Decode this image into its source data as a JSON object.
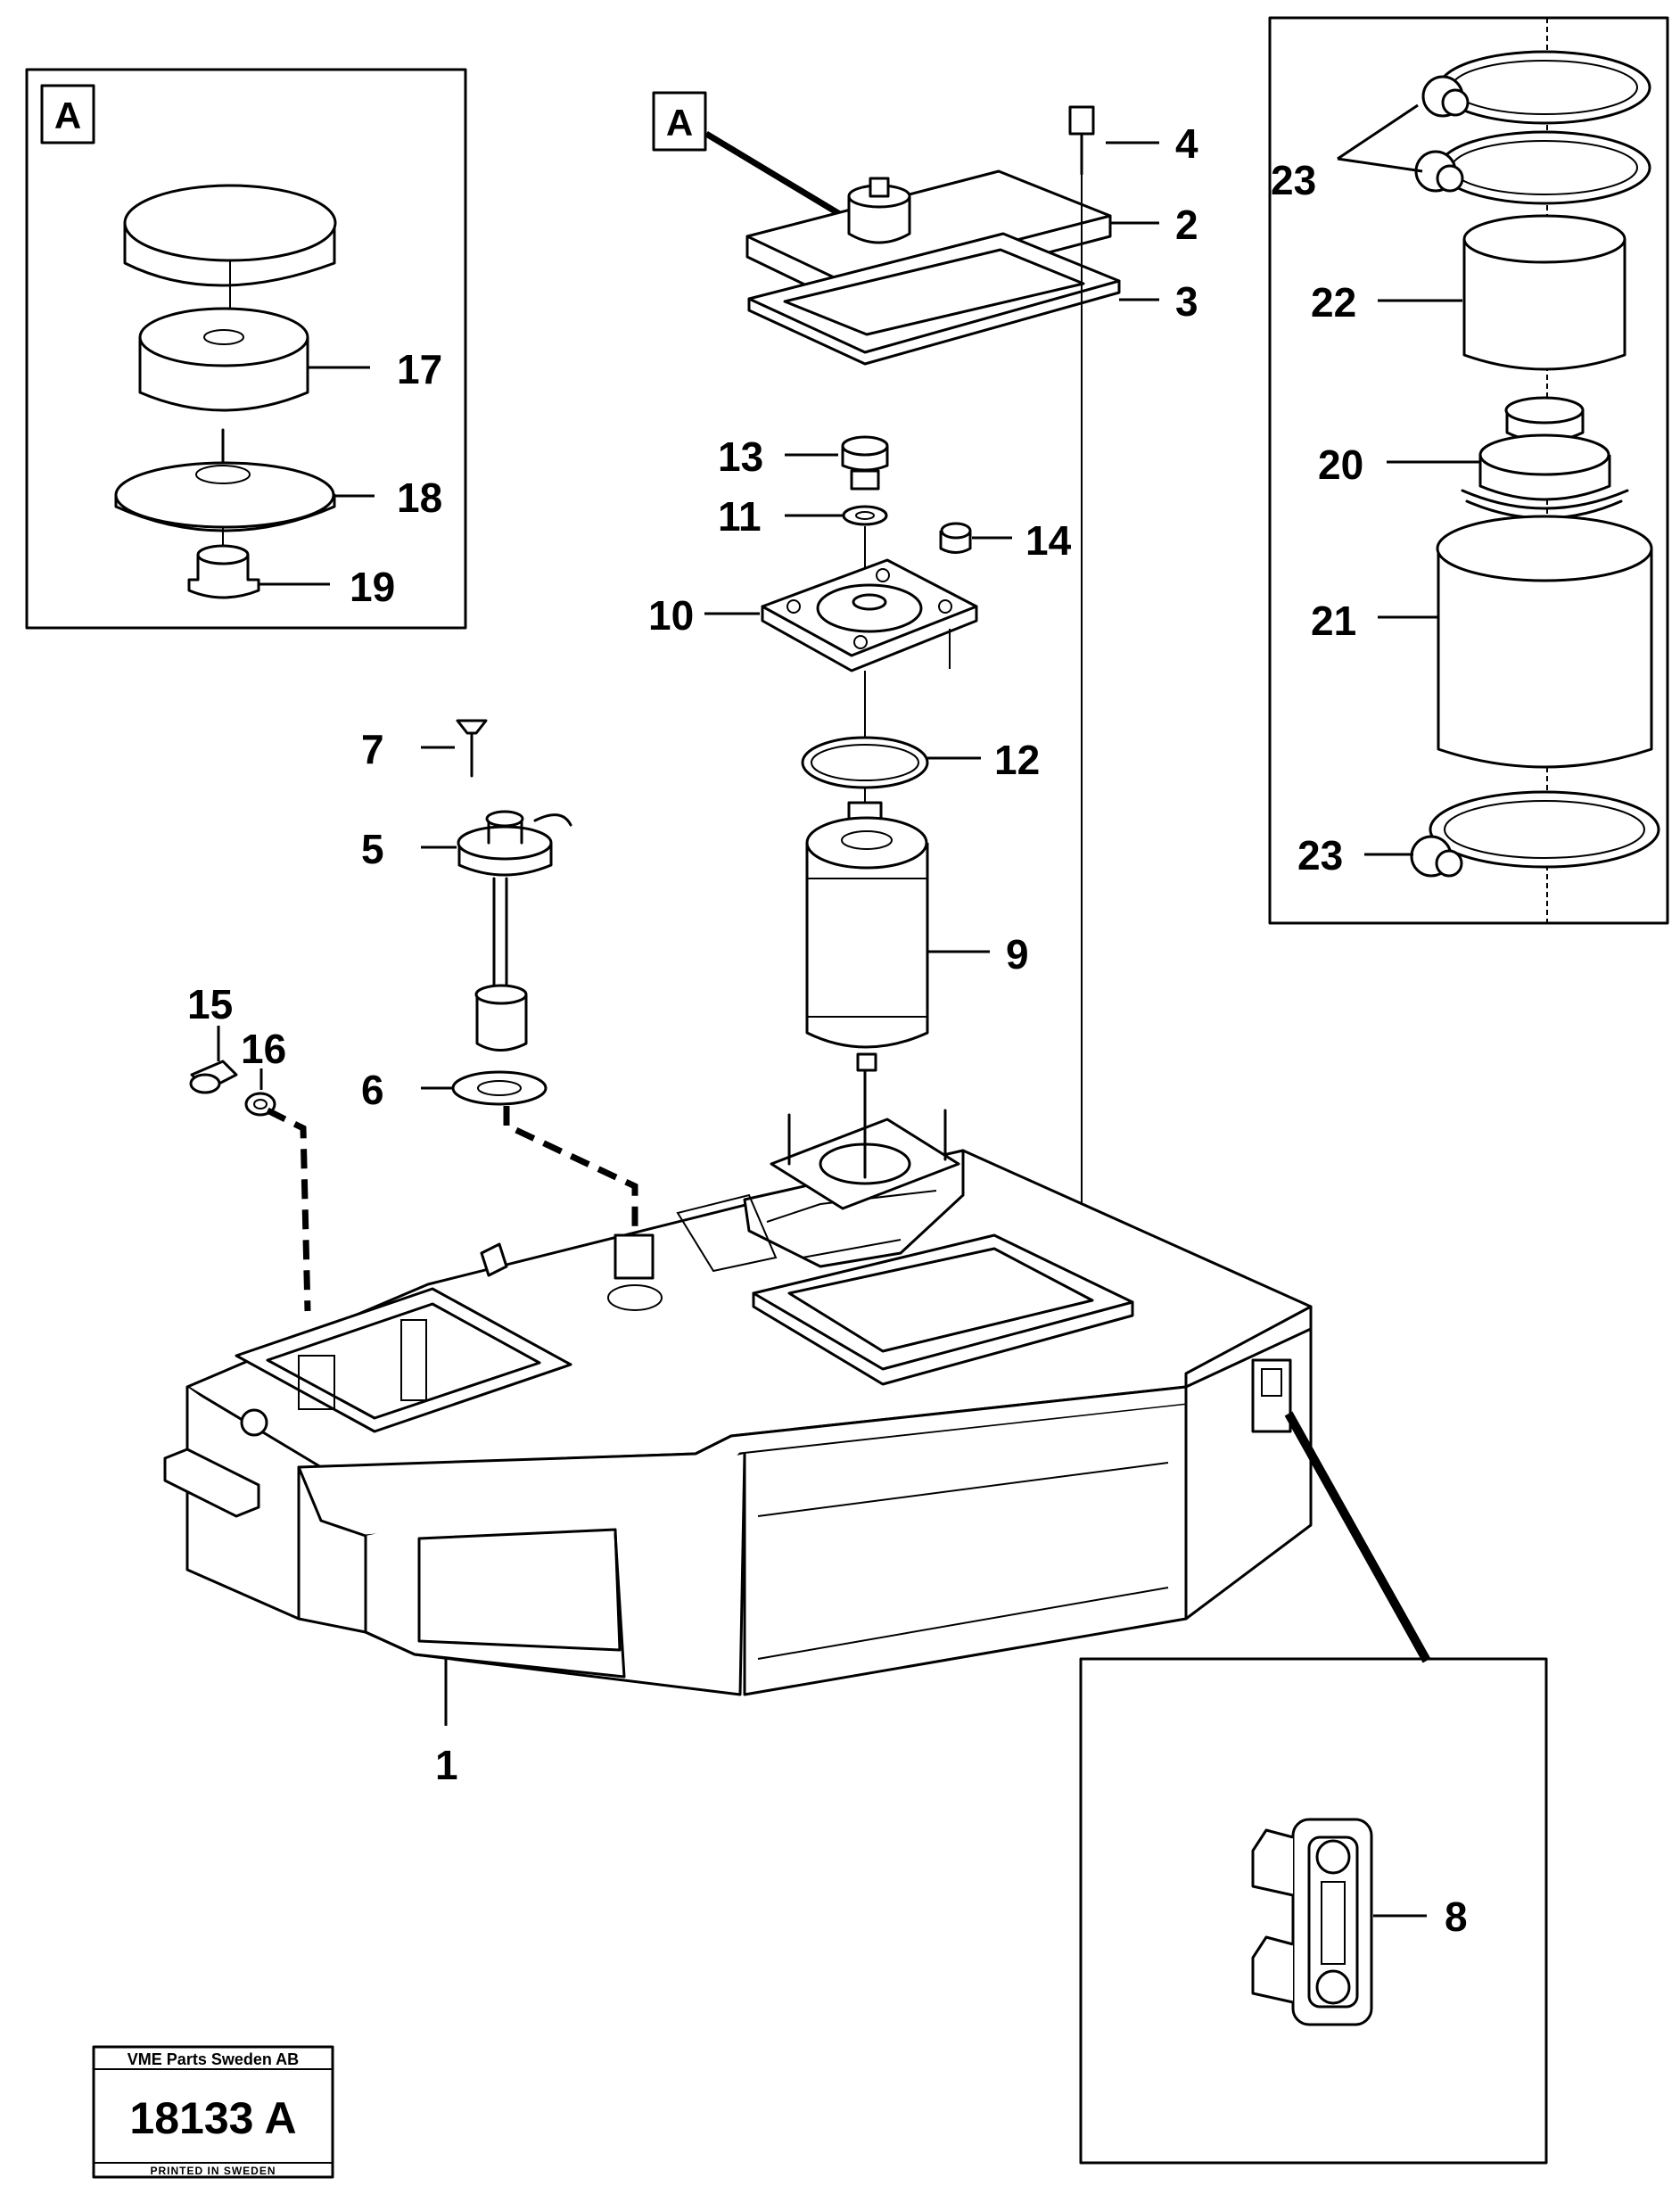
{
  "detail_box_label": "A",
  "callout_label": "A",
  "part_labels": {
    "p1": "1",
    "p2": "2",
    "p3": "3",
    "p4": "4",
    "p5": "5",
    "p6": "6",
    "p7": "7",
    "p8": "8",
    "p9": "9",
    "p10": "10",
    "p11": "11",
    "p12": "12",
    "p13": "13",
    "p14": "14",
    "p15": "15",
    "p16": "16",
    "p17": "17",
    "p18": "18",
    "p19": "19",
    "p20": "20",
    "p21": "21",
    "p22": "22",
    "p23a": "23",
    "p23b": "23"
  },
  "stamp": {
    "company": "VME Parts Sweden AB",
    "drawing_number": "18133 A",
    "printed": "PRINTED IN SWEDEN"
  }
}
